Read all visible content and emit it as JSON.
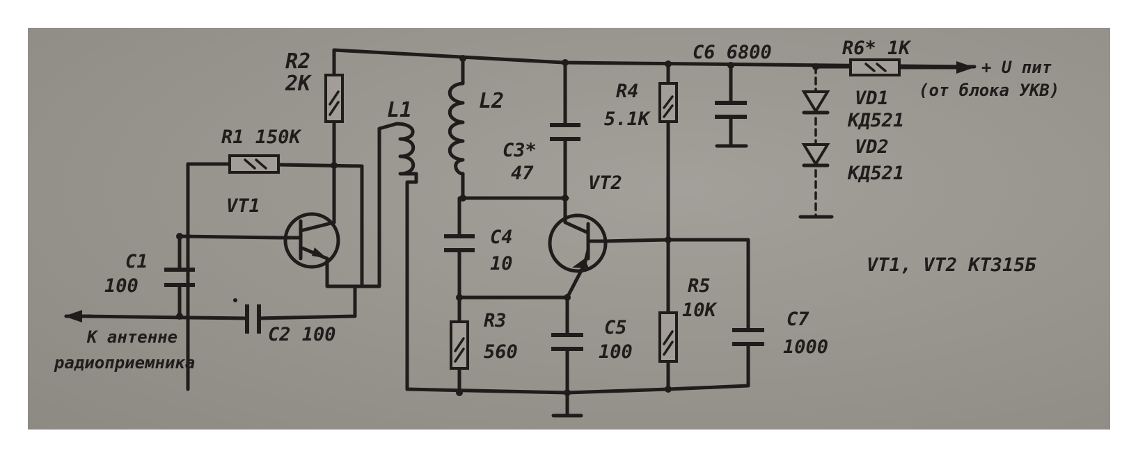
{
  "labels": {
    "r1": "R1 150K",
    "r2_name": "R2",
    "r2_value": "2K",
    "l1": "L1",
    "l2": "L2",
    "c3_name": "C3*",
    "c3_value": "47",
    "c4_name": "C4",
    "c4_value": "10",
    "r3_name": "R3",
    "r3_value": "560",
    "c5_name": "C5",
    "c5_value": "100",
    "r4_name": "R4",
    "r4_value": "5.1K",
    "r5_name": "R5",
    "r5_value": "10K",
    "c6": "C6 6800",
    "r6": "R6* 1K",
    "c7_name": "C7",
    "c7_value": "1000",
    "vd1_name": "VD1",
    "vd1_type": "КД521",
    "vd2_name": "VD2",
    "vd2_type": "КД521",
    "vt1": "VT1",
    "vt2": "VT2",
    "c1_name": "C1",
    "c1_value": "100",
    "c2": "C2 100",
    "supply_line1": "+ U пит",
    "supply_line2": "(от блока УКВ)",
    "antenna_line1": "К антенне",
    "antenna_line2": "радиоприемника",
    "transistor_note": "VT1, VT2  КТ315Б"
  },
  "colors": {
    "paper": "#9a9690",
    "ink": "#1e1d1b"
  }
}
